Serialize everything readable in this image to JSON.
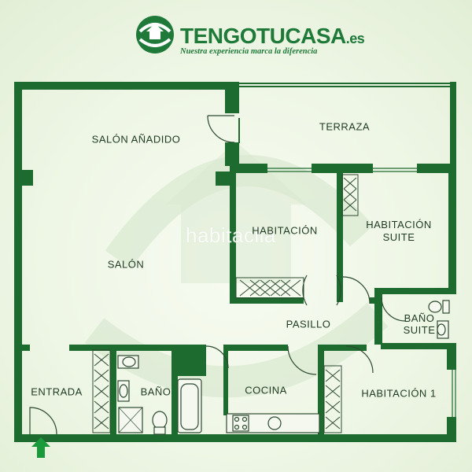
{
  "brand": {
    "name": "TENGOTUCASA",
    "suffix": ".es",
    "tagline": "Nuestra experiencia marca la diferencia"
  },
  "watermark": "habitaclia",
  "rooms": {
    "salon_anadido": "SALÓN AÑADIDO",
    "terraza": "TERRAZA",
    "habitacion": "HABITACIÓN",
    "habitacion_suite_line1": "HABITACIÓN",
    "habitacion_suite_line2": "SUITE",
    "salon": "SALÓN",
    "pasillo": "PASILLO",
    "bano_suite_line1": "BAÑO",
    "bano_suite_line2": "SUITE",
    "entrada": "ENTRADA",
    "bano": "BAÑO",
    "cocina": "COCINA",
    "habitacion_1": "HABITACIÓN 1"
  },
  "colors": {
    "wall": "#1e6b30",
    "brand": "#1f7a3a",
    "fixture": "#2c4a30",
    "entrance_arrow": "#1a9a3a"
  },
  "icons": [
    "logo-hands-house-icon",
    "entrance-arrow-icon"
  ]
}
